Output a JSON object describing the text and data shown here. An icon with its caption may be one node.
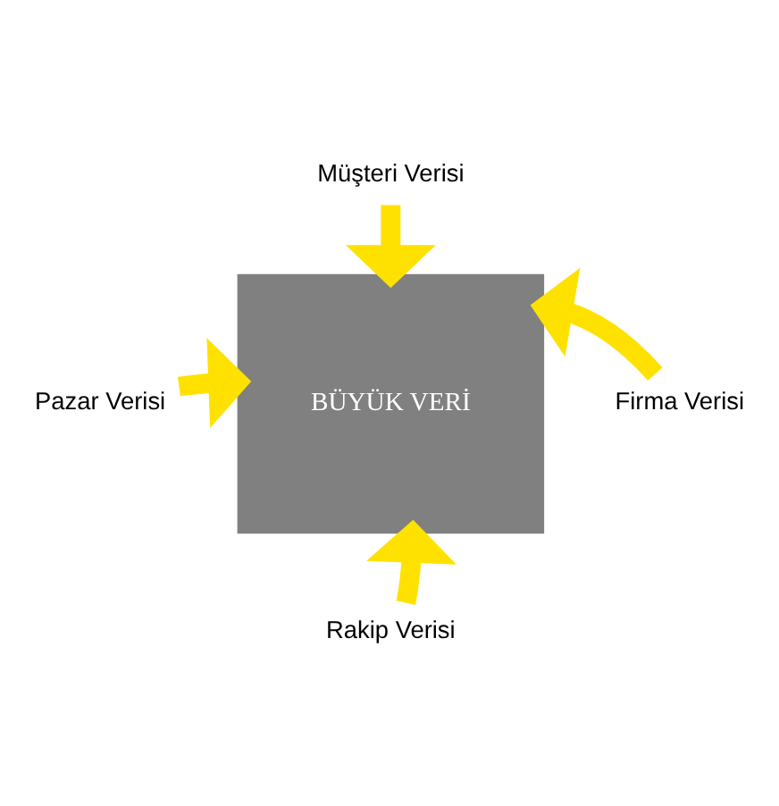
{
  "diagram": {
    "nodes": [
      {
        "text": [
          "BÜYÜK VERİ"
        ]
      },
      {
        "text": [
          "Müşteri Verisi"
        ]
      },
      {
        "text": [
          "Pazar Verisi"
        ]
      },
      {
        "text": [
          "Firma Verisi"
        ]
      },
      {
        "text": [
          "Rakip Verisi"
        ]
      }
    ],
    "edges": [
      {
        "from": 1,
        "to": 0,
        "arrow": "to"
      },
      {
        "from": 2,
        "to": 0,
        "arrow": "to"
      },
      {
        "from": 3,
        "to": 0,
        "arrow": "to"
      },
      {
        "from": 4,
        "to": 0,
        "arrow": "to"
      }
    ]
  }
}
